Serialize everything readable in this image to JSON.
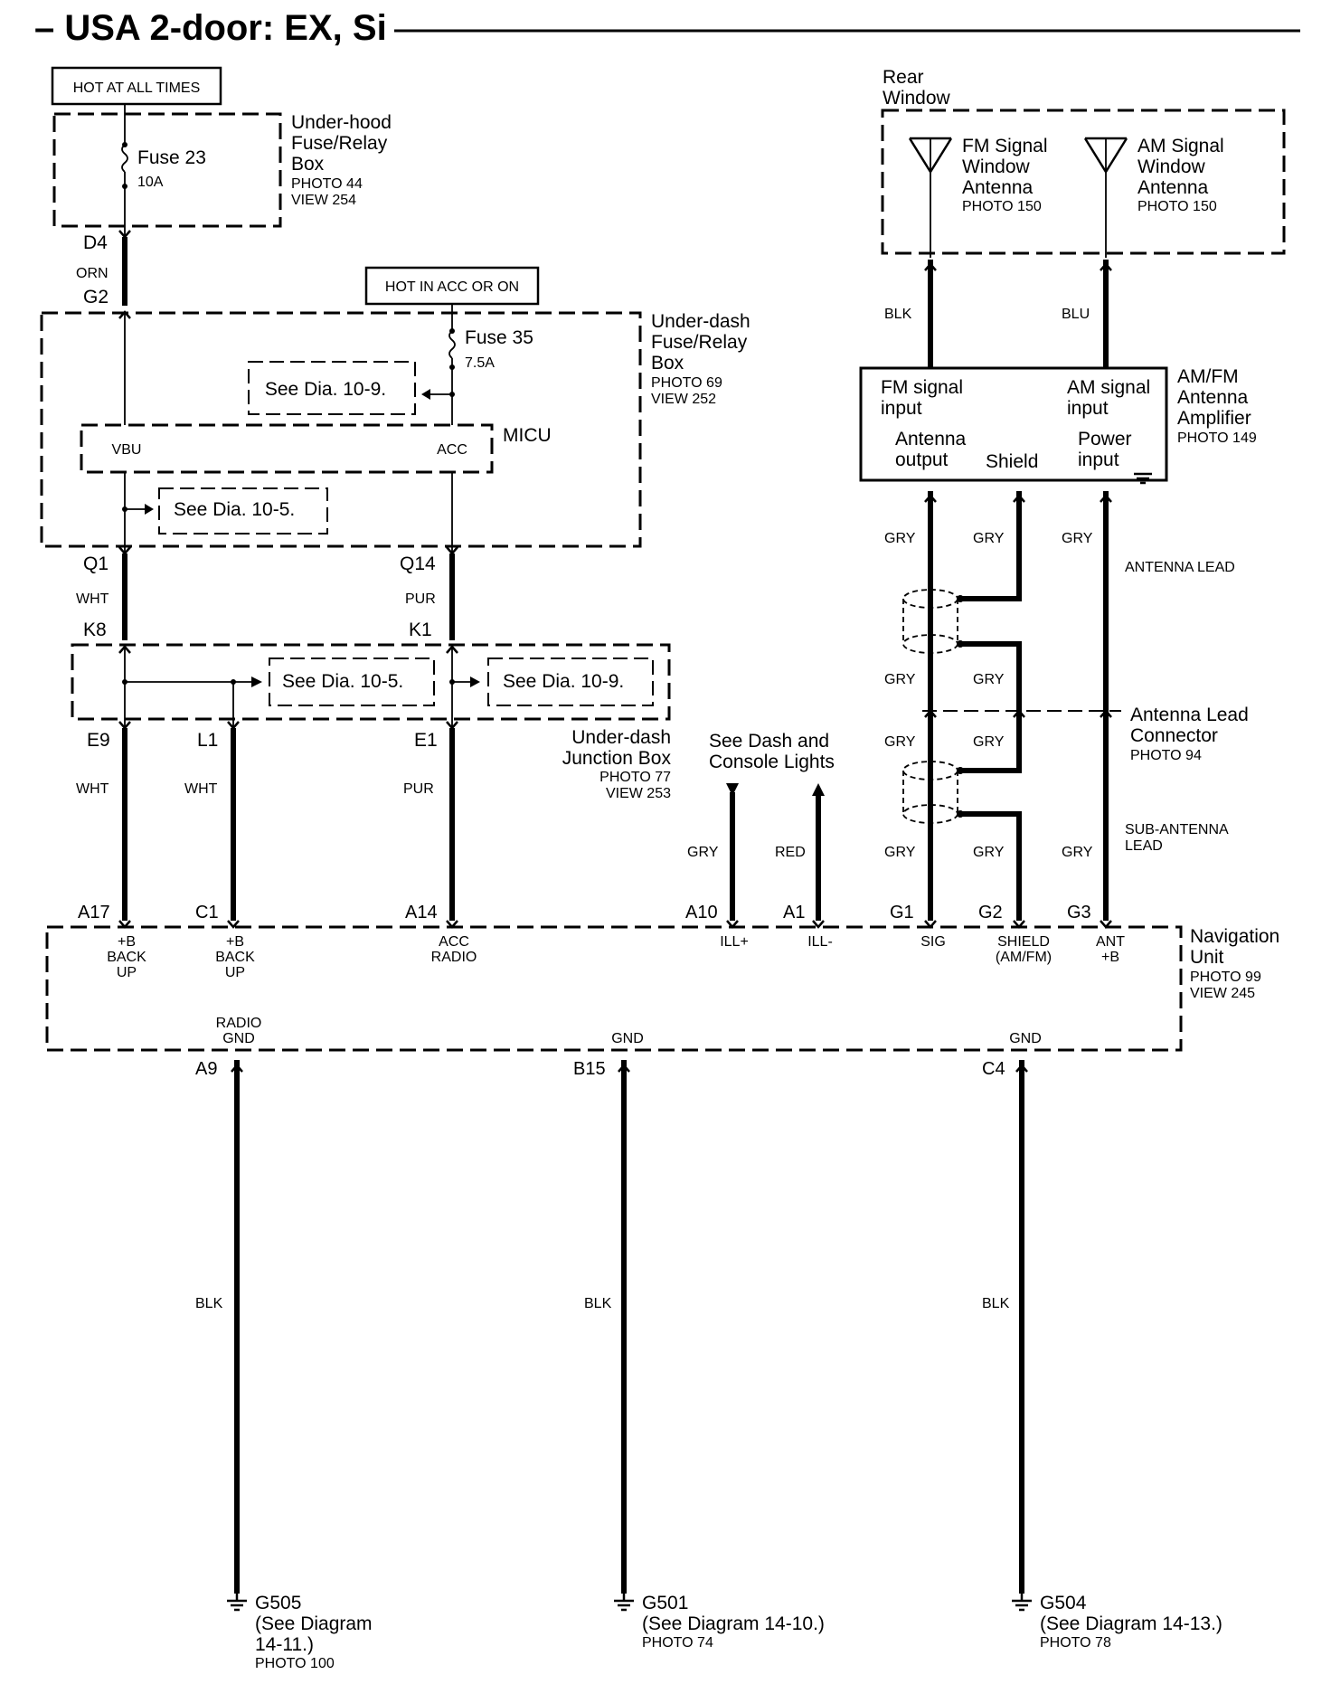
{
  "title": "– USA 2-door: EX, Si",
  "hot_at_all_times": "HOT AT ALL TIMES",
  "hot_in_acc_or_on": "HOT IN ACC OR ON",
  "underhood": {
    "name_l1": "Under-hood",
    "name_l2": "Fuse/Relay",
    "name_l3": "Box",
    "photo": "PHOTO 44",
    "view": "VIEW 254",
    "fuse": "Fuse 23",
    "rating": "10A"
  },
  "underdash_fuse": {
    "name_l1": "Under-dash",
    "name_l2": "Fuse/Relay",
    "name_l3": "Box",
    "photo": "PHOTO 69",
    "view": "VIEW 252",
    "fuse": "Fuse 35",
    "rating": "7.5A"
  },
  "micu": {
    "name": "MICU",
    "vbu": "VBU",
    "acc": "ACC"
  },
  "refs": {
    "dia_10_9": "See Dia. 10-9.",
    "dia_10_5": "See Dia. 10-5."
  },
  "junction": {
    "name_l1": "Under-dash",
    "name_l2": "Junction Box",
    "photo": "PHOTO 77",
    "view": "VIEW 253"
  },
  "connectors": {
    "d4": "D4",
    "g2": "G2",
    "q1": "Q1",
    "q14": "Q14",
    "k8": "K8",
    "k1": "K1",
    "e9": "E9",
    "l1": "L1",
    "e1": "E1"
  },
  "colors": {
    "orn": "ORN",
    "wht": "WHT",
    "pur": "PUR",
    "blk": "BLK",
    "blu": "BLU",
    "gry": "GRY",
    "red": "RED"
  },
  "rear_window": {
    "l1": "Rear",
    "l2": "Window"
  },
  "fm_antenna": {
    "l1": "FM Signal",
    "l2": "Window",
    "l3": "Antenna",
    "photo": "PHOTO 150"
  },
  "am_antenna": {
    "l1": "AM Signal",
    "l2": "Window",
    "l3": "Antenna",
    "photo": "PHOTO 150"
  },
  "amplifier": {
    "name_l1": "AM/FM",
    "name_l2": "Antenna",
    "name_l3": "Amplifier",
    "photo": "PHOTO 149",
    "fm_in_l1": "FM signal",
    "fm_in_l2": "input",
    "am_in_l1": "AM signal",
    "am_in_l2": "input",
    "ant_out_l1": "Antenna",
    "ant_out_l2": "output",
    "shield": "Shield",
    "pwr_l1": "Power",
    "pwr_l2": "input"
  },
  "antenna_lead": "ANTENNA LEAD",
  "antenna_lead_connector": {
    "l1": "Antenna Lead",
    "l2": "Connector",
    "photo": "PHOTO 94"
  },
  "sub_antenna_lead": {
    "l1": "SUB-ANTENNA",
    "l2": "LEAD"
  },
  "dash_lights": {
    "l1": "See Dash and",
    "l2": "Console Lights"
  },
  "nav": {
    "name_l1": "Navigation",
    "name_l2": "Unit",
    "photo": "PHOTO 99",
    "view": "VIEW 245",
    "pins": {
      "a17": "A17",
      "c1": "C1",
      "a14": "A14",
      "a10": "A10",
      "a1": "A1",
      "g1": "G1",
      "g2": "G2",
      "g3": "G3",
      "a9": "A9",
      "b15": "B15",
      "c4": "C4"
    },
    "t_a17": [
      "+B",
      "BACK",
      "UP"
    ],
    "t_c1": [
      "+B",
      "BACK",
      "UP"
    ],
    "t_a14": [
      "ACC",
      "RADIO"
    ],
    "t_a10": "ILL+",
    "t_a1": "ILL-",
    "t_g1": "SIG",
    "t_g2": [
      "SHIELD",
      "(AM/FM)"
    ],
    "t_g3": [
      "ANT",
      "+B"
    ],
    "t_a9": [
      "RADIO",
      "GND"
    ],
    "t_b15": "GND",
    "t_c4": "GND"
  },
  "grounds": {
    "g505": {
      "name": "G505",
      "l2": "(See Diagram",
      "l3": "14-11.)",
      "photo": "PHOTO 100"
    },
    "g501": {
      "name": "G501",
      "l2": "(See Diagram 14-10.)",
      "photo": "PHOTO 74"
    },
    "g504": {
      "name": "G504",
      "l2": "(See Diagram 14-13.)",
      "photo": "PHOTO 78"
    }
  }
}
